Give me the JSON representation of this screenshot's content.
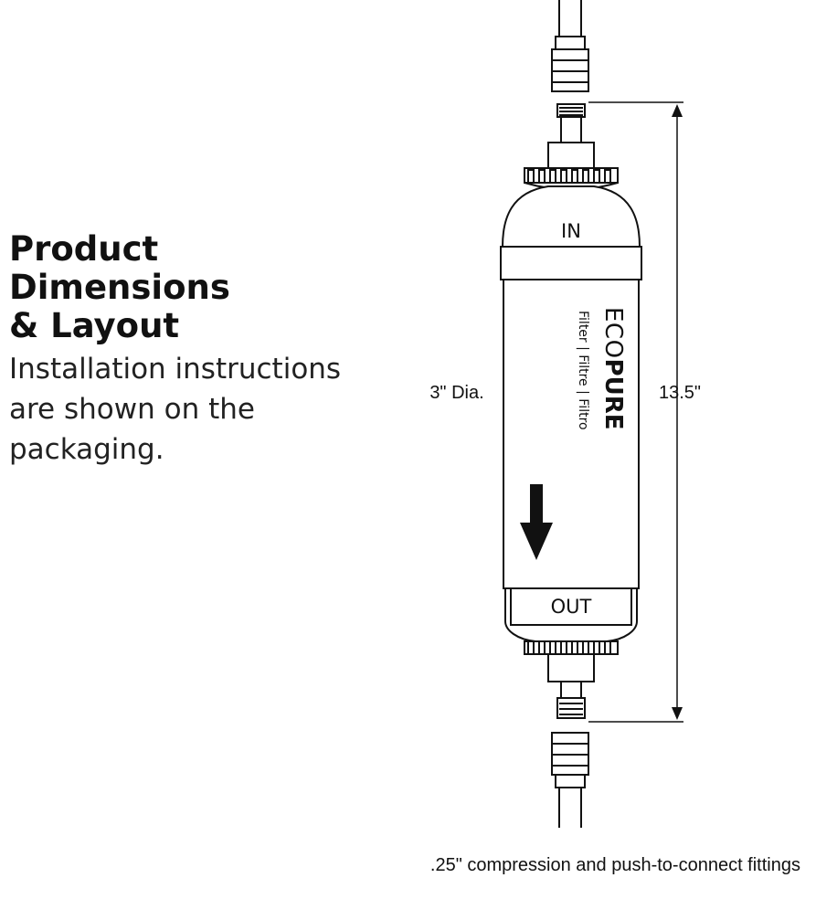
{
  "heading": {
    "line1": "Product",
    "line2": "Dimensions",
    "line3": "& Layout"
  },
  "subtext": {
    "line1": "Installation instructions",
    "line2": "are shown on the",
    "line3": "packaging."
  },
  "filter": {
    "in_label": "IN",
    "out_label": "OUT",
    "brand_eco": "ECO",
    "brand_pure": "PURE",
    "brand_sub": "Filter | Filtre | Filtro"
  },
  "dimensions": {
    "diameter_label": "3\" Dia.",
    "height_label": "13.5\""
  },
  "caption": ".25\" compression and push-to-connect fittings",
  "colors": {
    "line": "#111111",
    "text": "#111111",
    "background": "#ffffff"
  }
}
